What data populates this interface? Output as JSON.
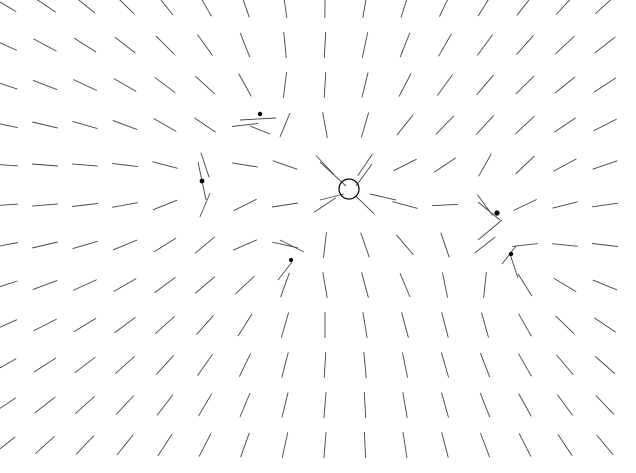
{
  "colors": {
    "background": "#ffffff",
    "field_lines": "#444444",
    "markers": "#000000"
  },
  "field": {
    "sources": [
      {
        "kind": "cursor-ring"
      },
      {
        "kind": "dot"
      },
      {
        "kind": "dot"
      },
      {
        "kind": "dot"
      },
      {
        "kind": "dot"
      },
      {
        "kind": "dot"
      }
    ]
  }
}
